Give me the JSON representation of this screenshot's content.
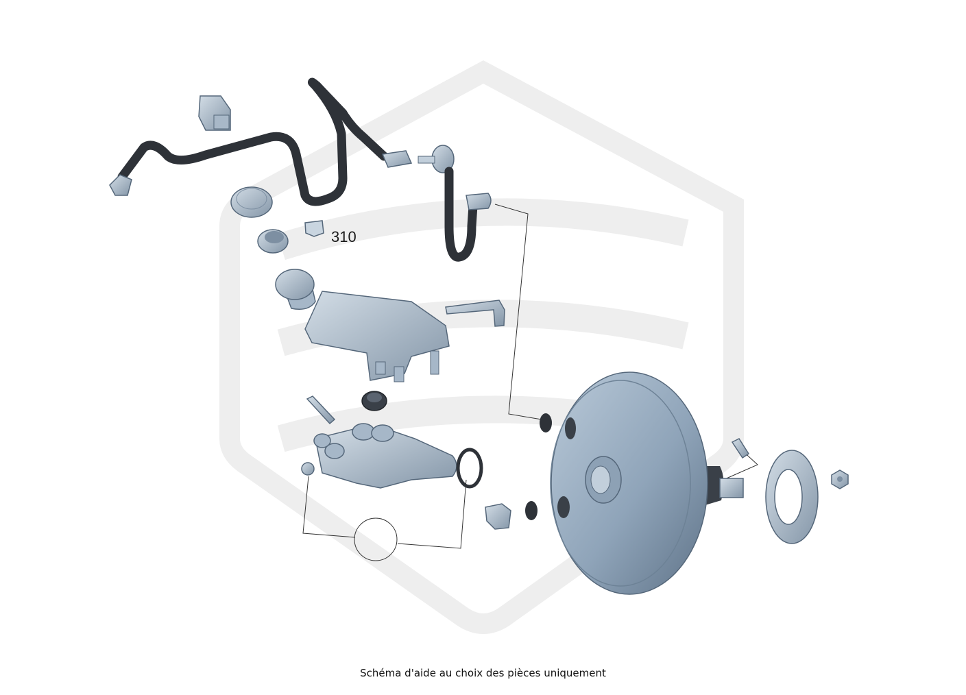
{
  "diagram": {
    "callout_label": "310",
    "caption": "Schéma d'aide au choix des pièces uniquement"
  },
  "colors": {
    "part_fill": "#9fb1c4",
    "part_dark": "#6f8499",
    "part_light": "#c7d4e0",
    "hose": "#2e3238",
    "watermark": "#eeeeee",
    "leader_line": "#333333"
  },
  "parts": [
    "wire-harness-connector",
    "brake-hose-long",
    "brake-hose-short",
    "reservoir-cap",
    "retaining-clip",
    "grommet",
    "brake-fluid-reservoir",
    "level-sensor",
    "reservoir-seal",
    "pushrod-pin",
    "master-cylinder",
    "o-ring",
    "vacuum-sensor",
    "check-valve-grommet",
    "brake-booster",
    "mounting-bolt",
    "booster-gasket",
    "mounting-nut"
  ]
}
